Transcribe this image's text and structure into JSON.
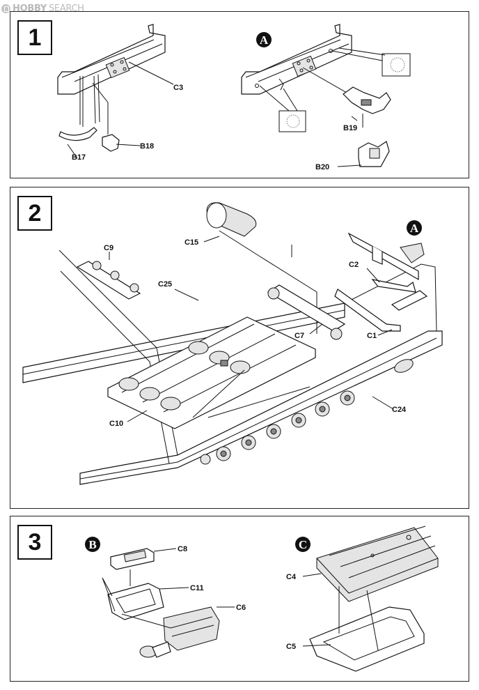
{
  "watermark": {
    "brand": "HOBBY",
    "search": "SEARCH"
  },
  "steps": [
    {
      "number": "1",
      "subassembly": "A",
      "labels": {
        "c3": "C3",
        "b17": "B17",
        "b18": "B18",
        "b19": "B19",
        "b20": "B20"
      }
    },
    {
      "number": "2",
      "subassembly": "A",
      "labels": {
        "c15": "C15",
        "c9": "C9",
        "c25": "C25",
        "c2": "C2",
        "c7": "C7",
        "c1": "C1",
        "c24": "C24",
        "c10": "C10"
      }
    },
    {
      "number": "3",
      "subassemblies": [
        "B",
        "C"
      ],
      "labels": {
        "c8": "C8",
        "c11": "C11",
        "c6": "C6",
        "c4": "C4",
        "c5": "C5"
      }
    }
  ]
}
